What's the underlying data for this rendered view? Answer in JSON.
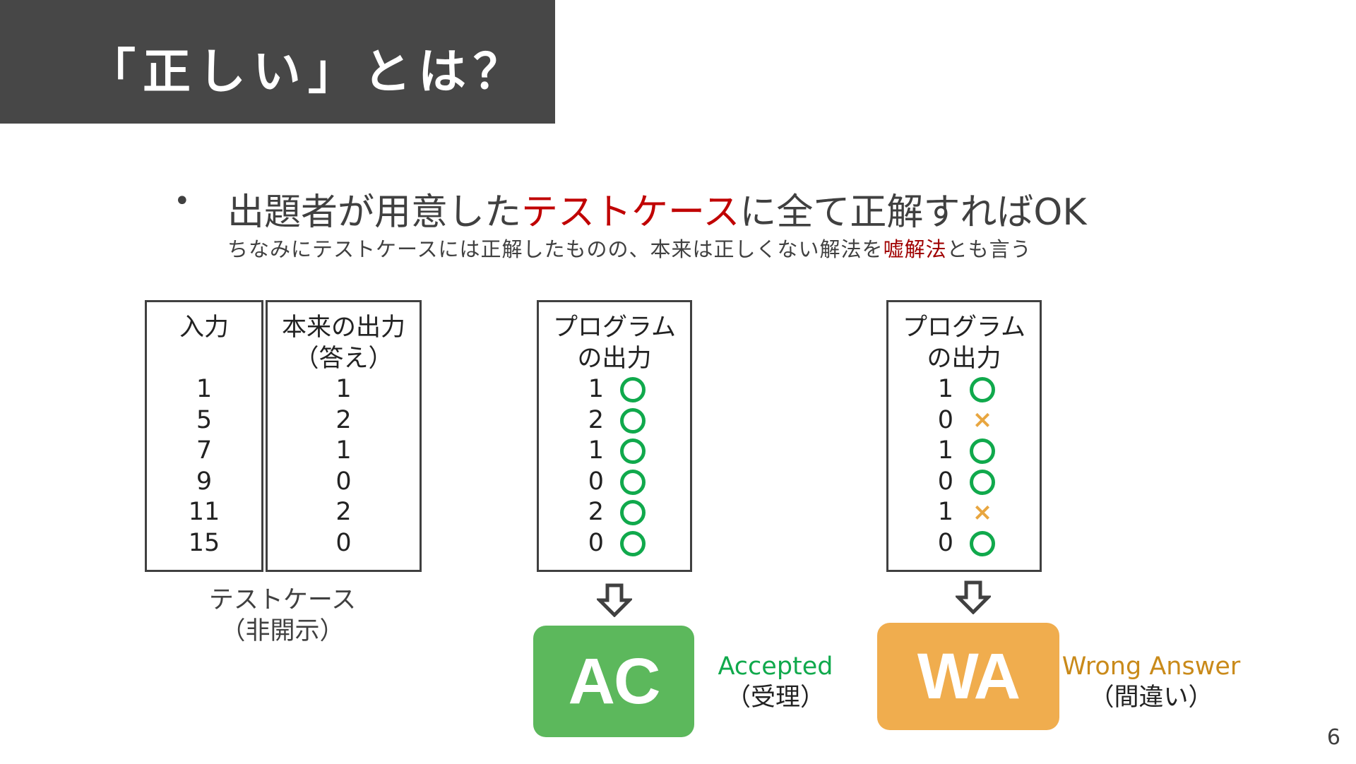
{
  "slide": {
    "title": "「正しい」とは？",
    "page_number": "6"
  },
  "bullet": {
    "marker": "•",
    "text_before": "出題者が用意した",
    "text_highlight": "テストケース",
    "text_after": "に全て正解すればOK",
    "sub_before": "ちなみにテストケースには正解したものの、本来は正しくない解法を",
    "sub_highlight": "嘘解法",
    "sub_after": "とも言う"
  },
  "testcase_table": {
    "input_header": "入力",
    "output_header_line1": "本来の出力",
    "output_header_line2": "（答え）",
    "inputs": [
      "1",
      "5",
      "7",
      "9",
      "11",
      "15"
    ],
    "outputs": [
      "1",
      "2",
      "1",
      "0",
      "2",
      "0"
    ],
    "caption_line1": "テストケース",
    "caption_line2": "（非開示）"
  },
  "program_ac": {
    "header_line1": "プログラム",
    "header_line2": "の出力",
    "rows": [
      {
        "value": "1",
        "result": "correct"
      },
      {
        "value": "2",
        "result": "correct"
      },
      {
        "value": "1",
        "result": "correct"
      },
      {
        "value": "0",
        "result": "correct"
      },
      {
        "value": "2",
        "result": "correct"
      },
      {
        "value": "0",
        "result": "correct"
      }
    ],
    "badge": "AC",
    "badge_color": "#5cb85c",
    "verdict_en": "Accepted",
    "verdict_en_color": "#10a94c",
    "verdict_ja": "（受理）"
  },
  "program_wa": {
    "header_line1": "プログラム",
    "header_line2": "の出力",
    "rows": [
      {
        "value": "1",
        "result": "correct"
      },
      {
        "value": "0",
        "result": "wrong"
      },
      {
        "value": "1",
        "result": "correct"
      },
      {
        "value": "0",
        "result": "correct"
      },
      {
        "value": "1",
        "result": "wrong"
      },
      {
        "value": "0",
        "result": "correct"
      }
    ],
    "badge": "WA",
    "badge_color": "#f0ad4e",
    "verdict_en": "Wrong Answer",
    "verdict_en_color": "#c98a1a",
    "verdict_ja": "（間違い）"
  },
  "icons": {
    "correct": "circle-icon",
    "wrong": "cross-icon",
    "arrow": "down-arrow-icon"
  }
}
